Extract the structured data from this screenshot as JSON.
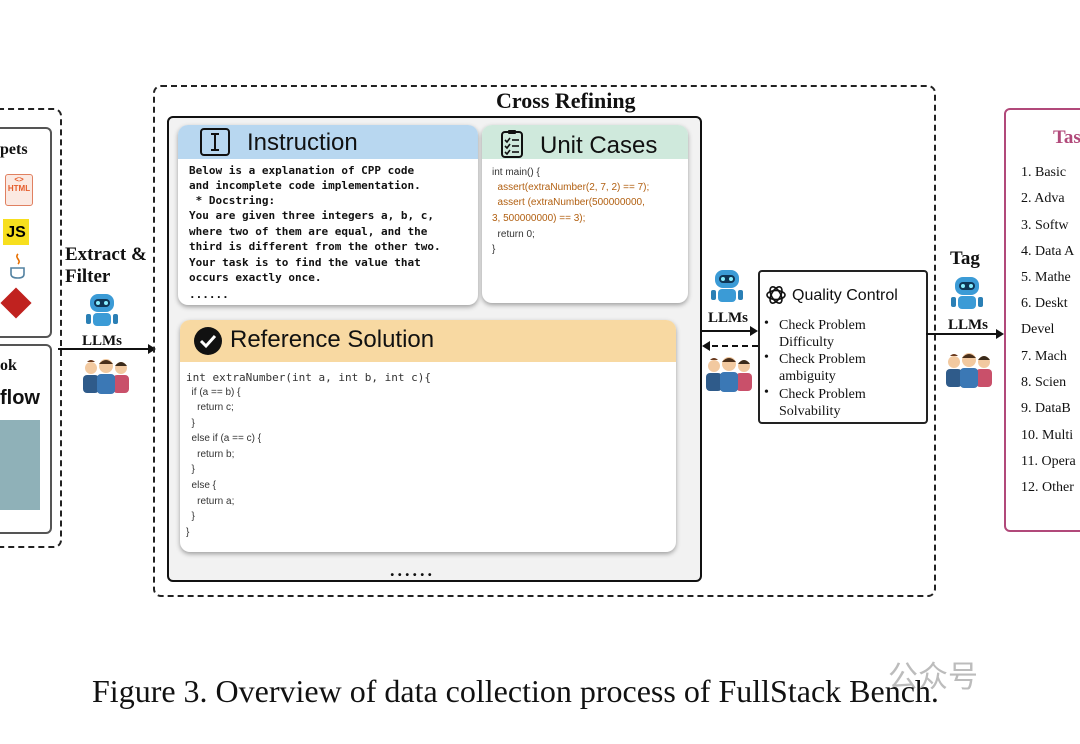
{
  "left": {
    "snippets_label": "pets",
    "notebook_label": "ok",
    "flow_label": "flow",
    "html_badge": "HTML",
    "js_badge": "JS"
  },
  "extract": {
    "line1": "Extract &",
    "line2": "Filter",
    "llms": "LLMs"
  },
  "cross": {
    "title": "Cross Refining",
    "instruction": {
      "title": "Instruction",
      "lines": [
        "Below is a explanation of CPP code",
        "and incomplete code implementation.",
        " * Docstring:",
        "You are given three integers a, b, c,",
        "where two of them are equal, and the",
        "third is different from the other two.",
        "Your task is to find the value that",
        "occurs exactly once.",
        "......"
      ]
    },
    "unit_cases": {
      "title": "Unit Cases",
      "lines": [
        "int main() {",
        "  assert(extraNumber(2, 7, 2) == 7);",
        "  assert (extraNumber(500000000,",
        "3, 500000000) == 3);",
        "  return 0;",
        "}"
      ]
    },
    "reference": {
      "title": "Reference Solution",
      "lines": [
        "int extraNumber(int a, int b, int c){",
        "  if (a == b) {",
        "    return c;",
        "  }",
        "  else if (a == c) {",
        "    return b;",
        "  }",
        "  else {",
        "    return a;",
        "  }",
        "}"
      ]
    },
    "dots": "......"
  },
  "qc": {
    "llms": "LLMs",
    "title": "Quality Control",
    "items": [
      "Check Problem Difficulty",
      "Check Problem ambiguity",
      "Check Problem Solvability"
    ]
  },
  "tag": {
    "label": "Tag",
    "llms": "LLMs"
  },
  "tasks": {
    "title": "Tas",
    "items": [
      "1.  Basic",
      "2.  Adva",
      "3.  Softw",
      "4.  Data A",
      "5.  Mathe",
      "6.  Deskt",
      "     Devel",
      "7.  Mach",
      "8.  Scien",
      "9.  DataB",
      "10. Multi",
      "11. Opera",
      "12. Other"
    ]
  },
  "caption": "Figure 3. Overview of data collection process of FullStack Bench.",
  "watermark": "公众号"
}
